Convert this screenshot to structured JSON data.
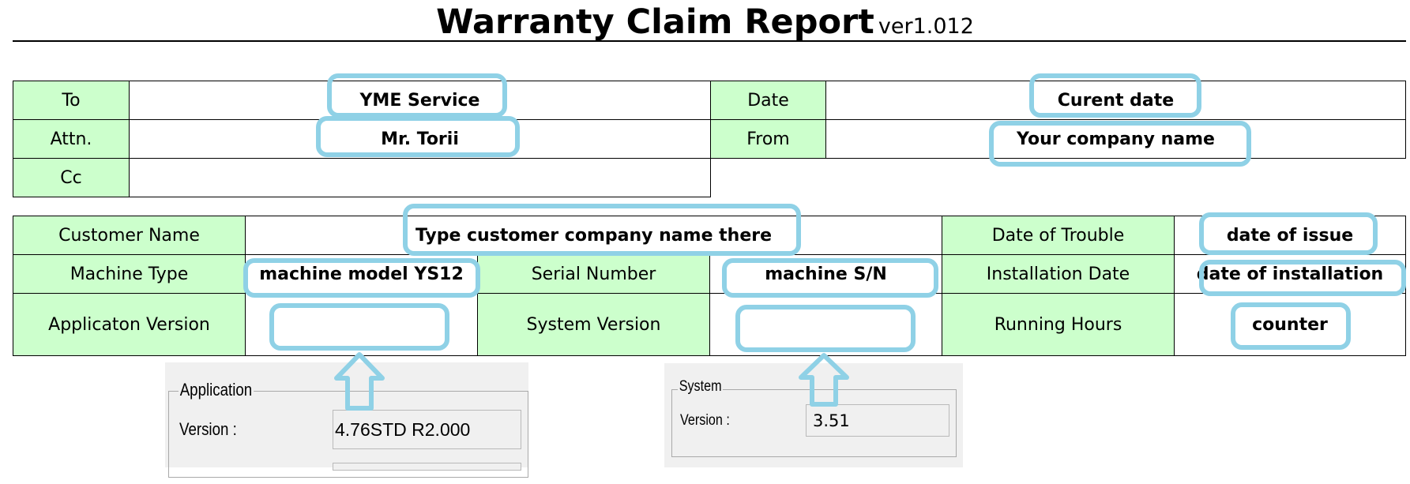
{
  "report": {
    "title": "Warranty Claim Report",
    "version": "ver1.012"
  },
  "header": {
    "to_label": "To",
    "to_value": "YME Service",
    "attn_label": "Attn.",
    "attn_value": "Mr. Torii",
    "cc_label": "Cc",
    "cc_value": "",
    "date_label": "Date",
    "date_value": "Curent date",
    "from_label": "From",
    "from_value": "Your company name"
  },
  "details": {
    "customer_label": "Customer Name",
    "customer_value": "Type customer company name there",
    "date_of_trouble_label": "Date of Trouble",
    "date_of_trouble_value": "date of issue",
    "machine_type_label": "Machine Type",
    "machine_type_value": "machine model YS12",
    "serial_label": "Serial Number",
    "serial_value": "machine S/N",
    "installation_label": "Installation Date",
    "installation_value": "date of installation",
    "app_version_label": "Applicaton Version",
    "app_version_value": "",
    "system_version_label": "System Version",
    "system_version_value": "",
    "running_hours_label": "Running Hours",
    "running_hours_value": "counter"
  },
  "application_panel": {
    "group_label": "Application",
    "version_label": "Version :",
    "version_value": "4.76STD R2.000"
  },
  "system_panel": {
    "group_label": "System",
    "version_label": "Version :",
    "version_value": "3.51"
  },
  "colors": {
    "label_bg": "#ccffcc",
    "highlight": "#8fd1e6"
  }
}
